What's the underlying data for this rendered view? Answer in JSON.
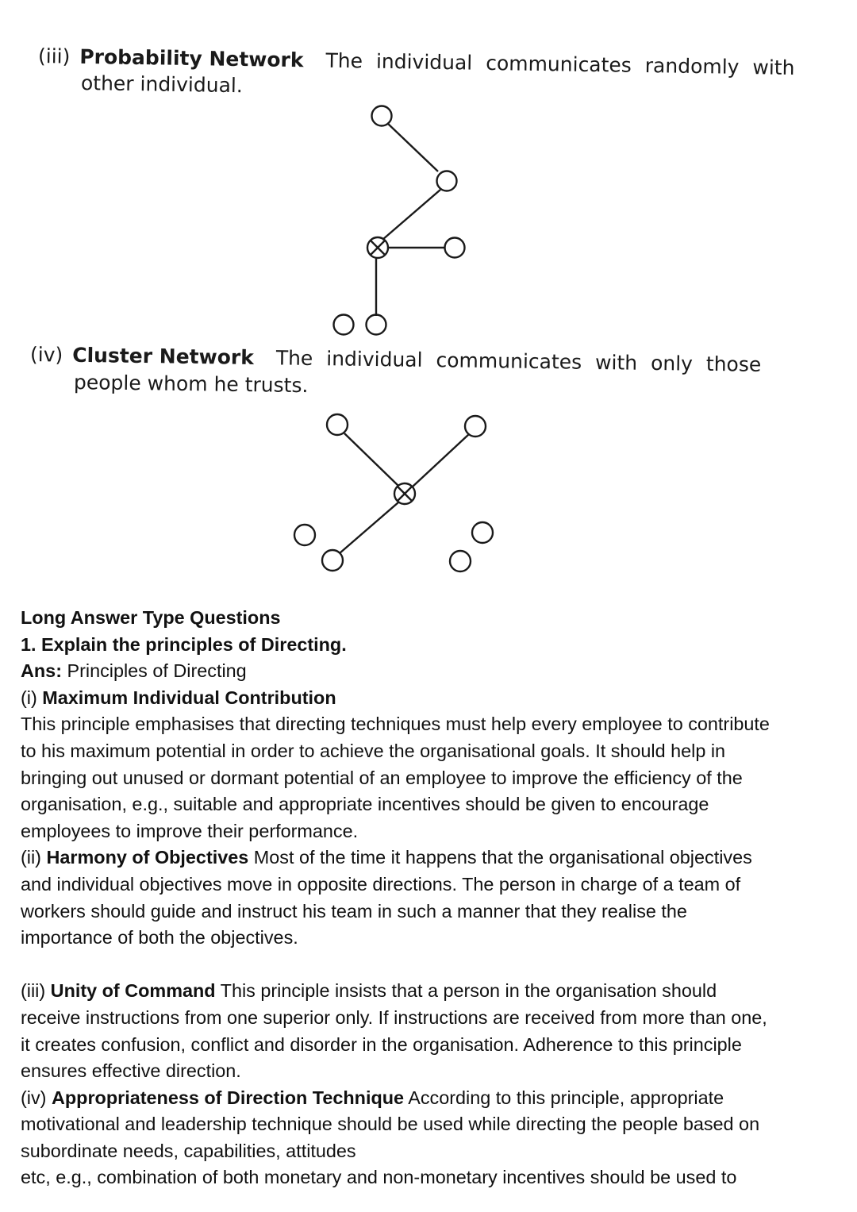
{
  "networks": [
    {
      "number": "(iii)",
      "title": "Probability Network",
      "description_line1": "The individual communicates randomly with",
      "description_line2": "other individual."
    },
    {
      "number": "(iv)",
      "title": "Cluster Network",
      "description_line1": "The individual communicates with only those",
      "description_line2": "people whom he trusts."
    }
  ],
  "section_title": "Long Answer Type Questions",
  "question": "1. Explain the principles of Directing.",
  "answer_label": "Ans:",
  "answer_intro": "Principles of Directing",
  "principles": [
    {
      "number": "(i)",
      "title": "Maximum Individual Contribution",
      "lines": [
        "This principle emphasises that directing techniques must help every employee to contribute",
        "to his maximum potential in order to achieve the organisational goals. It should help in",
        "bringing out unused or dormant potential of an employee to improve the efficiency of the",
        "organisation, e.g., suitable and appropriate incentives should be given to encourage",
        "employees to improve their performance."
      ]
    },
    {
      "number": "(ii)",
      "title": "Harmony of Objectives",
      "first_line_rest": "Most of the time it happens that the organisational objectives",
      "lines": [
        "and individual objectives move in opposite directions. The person in charge of a team of",
        "workers should guide and instruct his team in such a manner that they realise the",
        "importance of both the objectives."
      ]
    },
    {
      "number": "(iii)",
      "title": "Unity of Command",
      "first_line_rest": "This principle insists that a person in the organisation should",
      "lines": [
        "receive instructions from one superior only. If instructions are received from more than one,",
        "it creates confusion, conflict and disorder in the organisation. Adherence to this principle",
        "ensures effective direction."
      ]
    },
    {
      "number": "(iv)",
      "title": "Appropriateness of Direction Technique",
      "first_line_rest": "According to this principle, appropriate",
      "lines": [
        "motivational and leadership technique should be used while directing the people based on",
        "subordinate needs, capabilities, attitudes",
        "etc, e.g., combination of both monetary and non-monetary incentives should be used to"
      ]
    }
  ]
}
